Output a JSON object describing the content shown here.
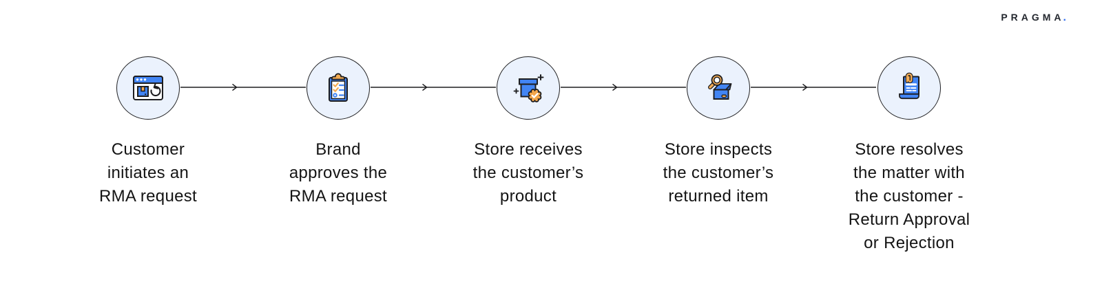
{
  "page": {
    "background": "#ffffff"
  },
  "logo": {
    "text": "PRAGMA",
    "dot": ".",
    "text_color": "#23272e",
    "dot_color": "#2e6bf0"
  },
  "colors": {
    "accent_blue": "#4285f4",
    "accent_blue_dark": "#2b63c9",
    "accent_orange": "#f3ac55",
    "circle_background": "#ebf2fd",
    "outline": "#1d1d1f",
    "connector_line": "#1d1d1f",
    "label_text": "#141414"
  },
  "flow": {
    "steps": [
      {
        "icon": "browser-return-icon",
        "label": "Customer\ninitiates an\nRMA request"
      },
      {
        "icon": "clipboard-checklist-icon",
        "label": "Brand\napproves the\nRMA request"
      },
      {
        "icon": "box-received-check-icon",
        "label": "Store receives\nthe customer’s\nproduct"
      },
      {
        "icon": "magnifier-box-icon",
        "label": "Store inspects\nthe customer’s\nreturned item"
      },
      {
        "icon": "document-paperclip-icon",
        "label": "Store resolves\nthe matter with\nthe customer -\nReturn Approval\nor Rejection"
      }
    ],
    "connector_glyph": "chevron-right"
  }
}
